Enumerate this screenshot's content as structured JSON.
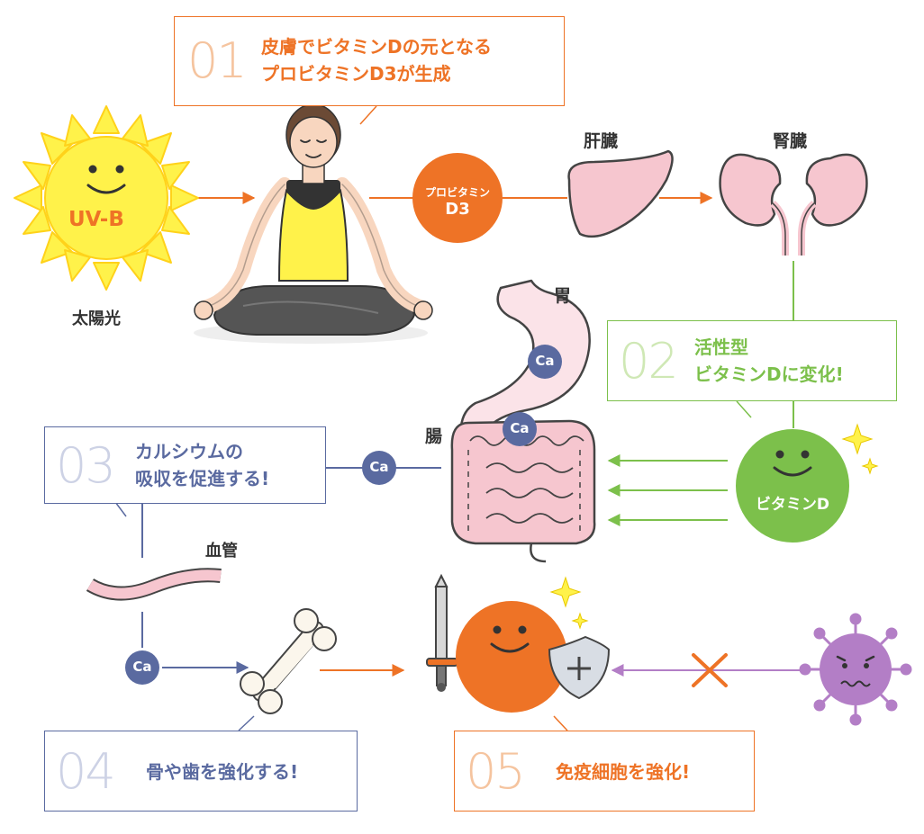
{
  "steps": [
    {
      "num": "01",
      "line1": "皮膚でビタミンDの元となる",
      "line2": "プロビタミンD3が生成"
    },
    {
      "num": "02",
      "line1": "活性型",
      "line2": "ビタミンDに変化!"
    },
    {
      "num": "03",
      "line1": "カルシウムの",
      "line2": "吸収を促進する!"
    },
    {
      "num": "04",
      "line1": "骨や歯を強化する!"
    },
    {
      "num": "05",
      "line1": "免疫細胞を強化!"
    }
  ],
  "labels": {
    "sun_uvb": "UV-B",
    "sunlight": "太陽光",
    "liver": "肝臓",
    "kidney": "腎臓",
    "stomach": "胃",
    "intestine": "腸",
    "blood_vessel": "血管",
    "provitamin_line1": "プロビタミン",
    "provitamin_line2": "D3",
    "vitamin_d": "ビタミンD",
    "calcium": "Ca"
  },
  "colors": {
    "orange": "#ee7326",
    "green": "#7cc04b",
    "navy": "#5a6aa0",
    "yellow": "#fff24a",
    "pink": "#f6c6cf",
    "purple": "#b37ec6"
  }
}
